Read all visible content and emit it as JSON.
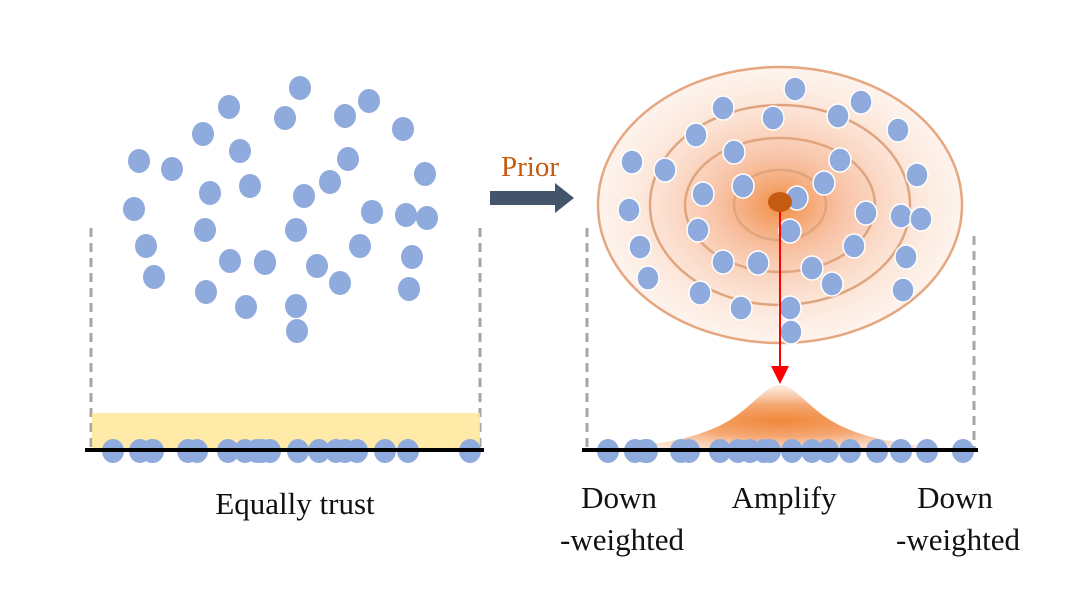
{
  "left_panel": {
    "caption": "Equally trust",
    "scatter_points": 36,
    "baseline_points": 19
  },
  "arrow": {
    "label": "Prior",
    "label_color": "#C55A11",
    "arrow_color": "#44546A"
  },
  "right_panel": {
    "labels": {
      "left_top": "Down",
      "left_bottom": "-weighted",
      "center": "Amplify",
      "right_top": "Down",
      "right_bottom": "-weighted"
    },
    "ellipse_rings": 4,
    "baseline_points": 19
  },
  "colors": {
    "point_fill": "#8FAADC",
    "point_stroke": "#ffffff",
    "uniform_band": "#FFE699",
    "prior_center": "#C55A11",
    "density": "#F08A3C",
    "ring": "#E0A57E",
    "pointer_arrow": "#FF0000",
    "axis": "#000000",
    "bin_wall": "#A6A6A6"
  }
}
